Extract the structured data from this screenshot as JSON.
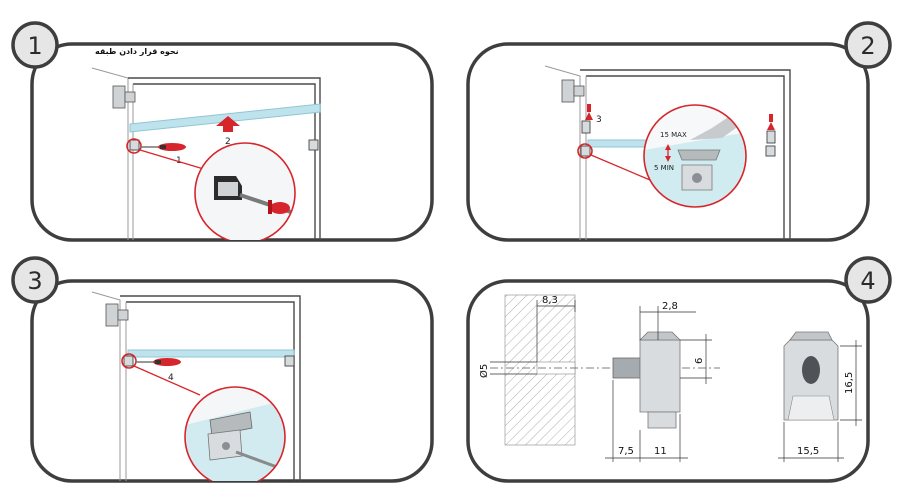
{
  "caption": "نحوه قرار دادن طبقه",
  "panels": [
    {
      "badge": "1",
      "labels": {
        "screwdriver": "1",
        "lift": "2"
      }
    },
    {
      "badge": "2",
      "labels": {
        "push": "3",
        "max": "15 MAX",
        "min": "5 MIN"
      }
    },
    {
      "badge": "3",
      "labels": {
        "screwdriver": "4"
      }
    },
    {
      "badge": "4",
      "dimensions": {
        "wall": "8,3",
        "top": "2,8",
        "pin": "Ø5",
        "height": "6",
        "left_bottom": "7,5",
        "right_bottom": "11",
        "front_height": "16,5",
        "front_width": "15,5"
      }
    }
  ],
  "colors": {
    "accent": "#d7262b",
    "glass": "#bfe3ec",
    "frame": "#3e3e3e",
    "badge_fill": "#e6e6e6"
  },
  "icons": [
    "hinge-icon",
    "shelf-support-icon",
    "screwdriver-icon",
    "arrow-up-icon",
    "arrow-down-icon",
    "magnifier-ring-icon"
  ]
}
